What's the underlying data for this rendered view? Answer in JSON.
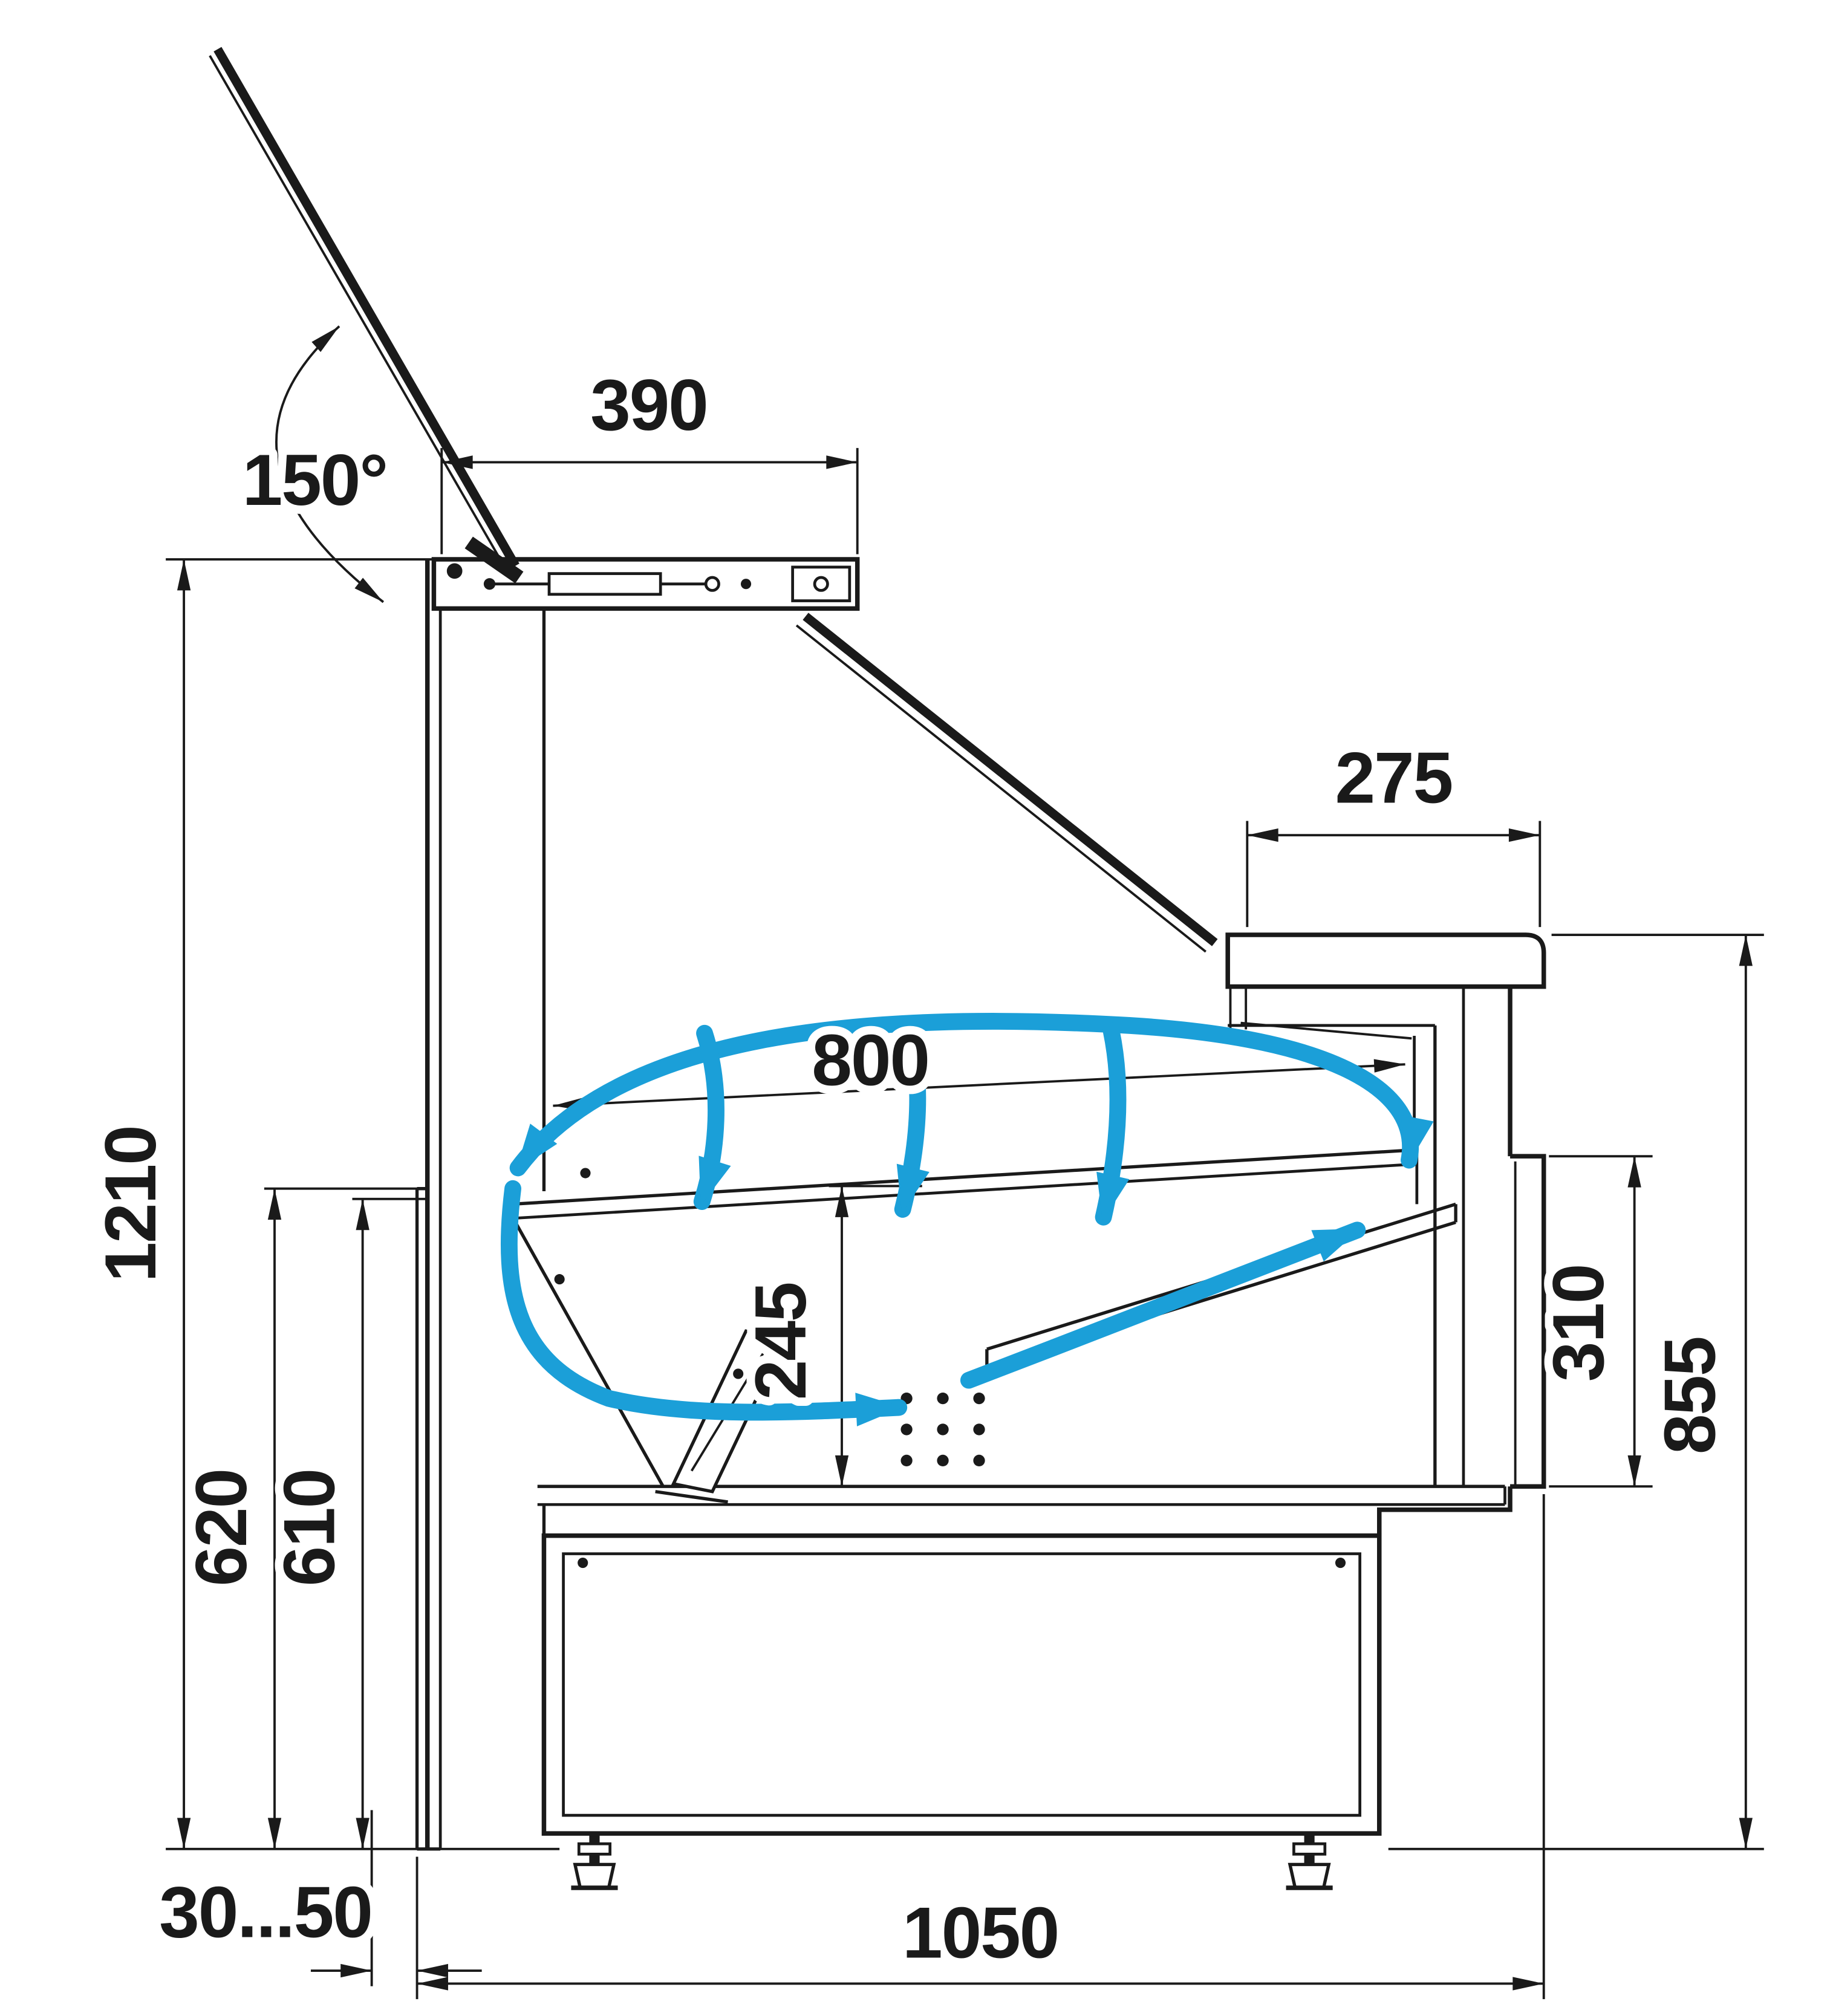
{
  "diagram": {
    "colors": {
      "ink": "#1a1a1a",
      "airflow": "#1b9fd8"
    },
    "dimensions": {
      "lid_angle": "150°",
      "lid_depth": "390",
      "counter_depth": "275",
      "deck_length": "800",
      "overall_height": "1210",
      "back_panel_height": "620",
      "back_inner_height": "610",
      "well_depth": "245",
      "front_panel_height": "310",
      "worktop_height": "855",
      "wall_clearance": "30...50",
      "base_depth": "1050"
    }
  }
}
